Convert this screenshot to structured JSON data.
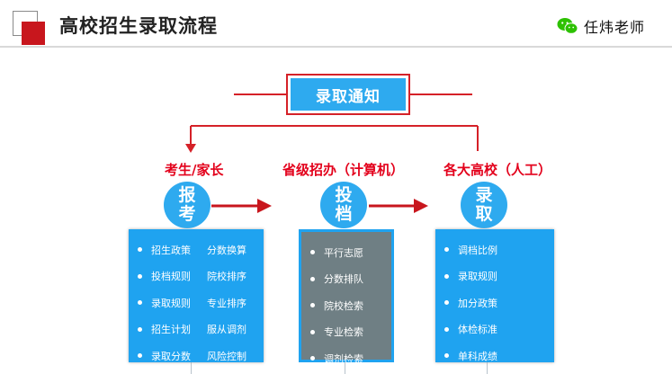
{
  "header": {
    "title": "高校招生录取流程",
    "brand": "任炜老师"
  },
  "result": {
    "label": "录取通知"
  },
  "stages": [
    {
      "heading": "考生/家长",
      "circle": [
        "报",
        "考"
      ],
      "items": [
        [
          "招生政策",
          "分数换算"
        ],
        [
          "投档规则",
          "院校排序"
        ],
        [
          "录取规则",
          "专业排序"
        ],
        [
          "招生计划",
          "服从调剂"
        ],
        [
          "录取分数",
          "风险控制"
        ]
      ]
    },
    {
      "heading": "省级招办（计算机）",
      "circle": [
        "投",
        "档"
      ],
      "items": [
        "平行志愿",
        "分数排队",
        "院校检索",
        "专业检索",
        "调剂检索"
      ]
    },
    {
      "heading": "各大高校（人工）",
      "circle": [
        "录",
        "取"
      ],
      "items": [
        "调档比例",
        "录取规则",
        "加分政策",
        "体检标准",
        "单科成绩"
      ]
    }
  ],
  "colors": {
    "accent_red": "#e3001b",
    "circle_blue": "#2eaaef",
    "gray_panel": "#6f7f84"
  },
  "icons": {
    "brand_icon": "wechat-icon"
  }
}
